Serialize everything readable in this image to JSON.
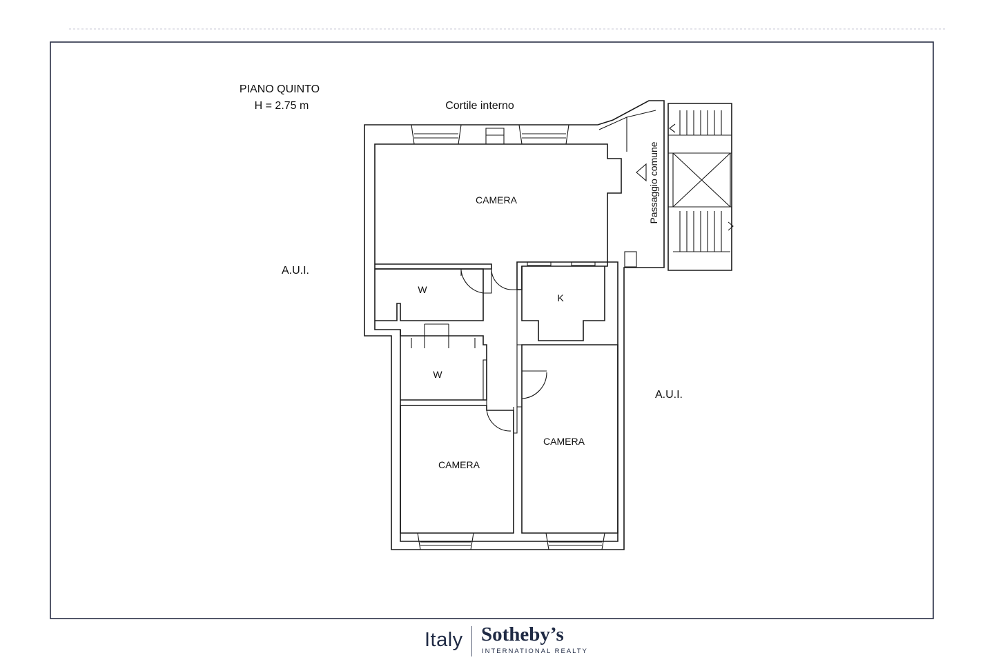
{
  "plan": {
    "floor_title": "PIANO QUINTO",
    "ceiling_height": "H = 2.75 m",
    "courtyard_label": "Cortile interno",
    "common_passage_label": "Passaggio comune",
    "neighbor_label_left": "A.U.I.",
    "neighbor_label_right": "A.U.I.",
    "rooms": {
      "bedroom_top": "CAMERA",
      "bathroom_1": "W",
      "kitchen": "K",
      "bathroom_2": "W",
      "bedroom_right": "CAMERA",
      "bedroom_bottom": "CAMERA"
    }
  },
  "footer": {
    "country": "Italy",
    "brand": "Sotheby’s",
    "brand_sub": "INTERNATIONAL REALTY"
  }
}
